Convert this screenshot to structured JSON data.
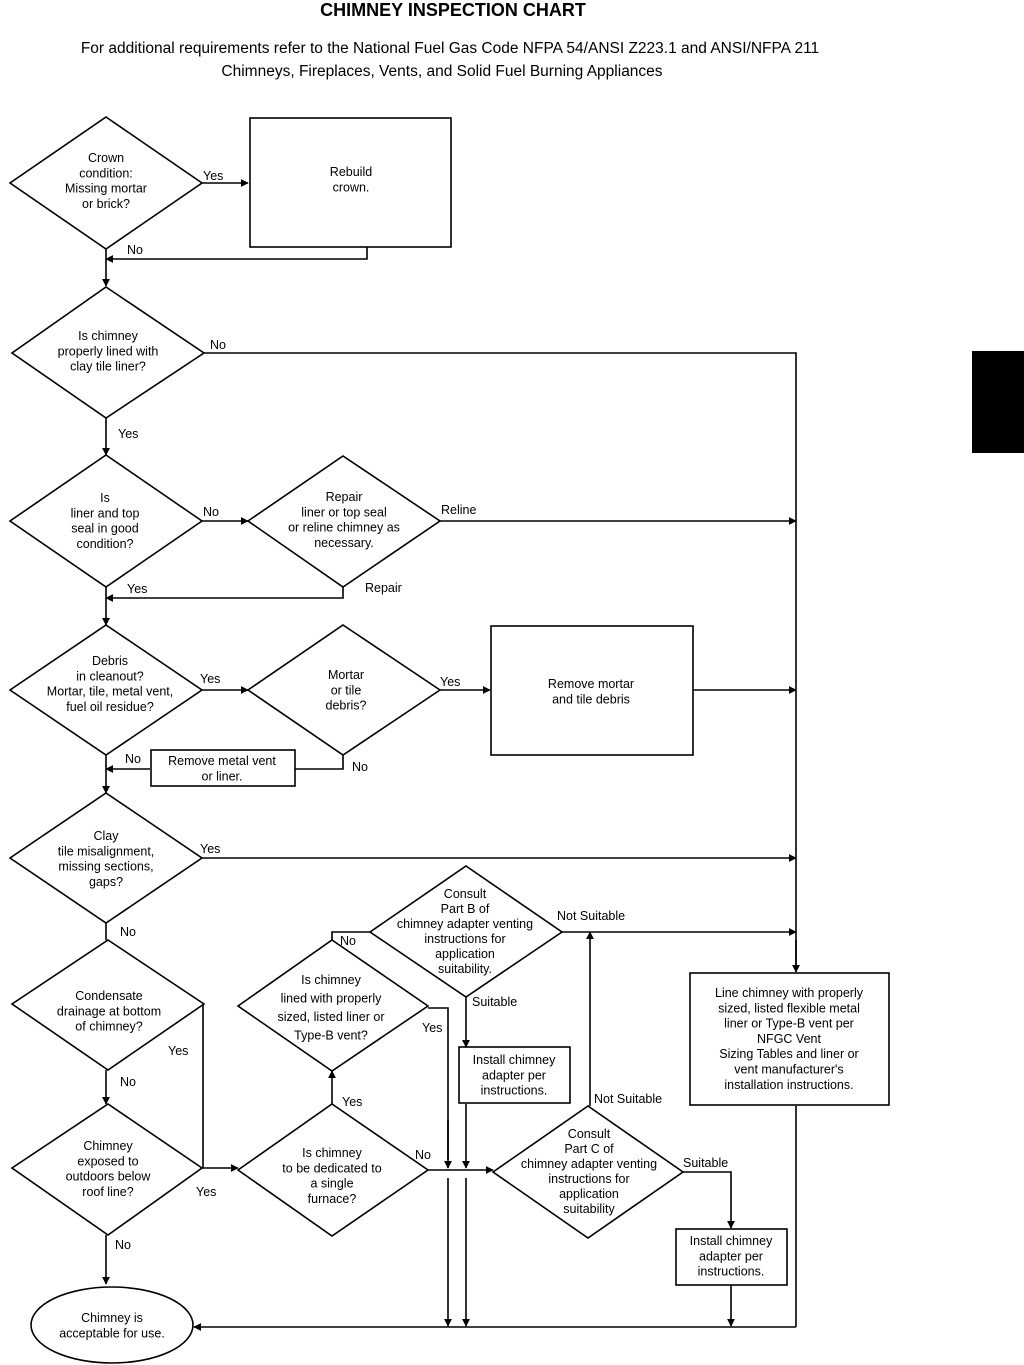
{
  "title": "CHIMNEY INSPECTION CHART",
  "subtitle_line1": "For additional requirements refer to the National Fuel Gas Code NFPA 54/ANSI Z223.1 and ANSI/NFPA 211",
  "subtitle_line2": "Chimneys, Fireplaces, Vents, and Solid Fuel Burning Appliances",
  "nodes": {
    "crown": [
      "Crown",
      "condition:",
      "Missing mortar",
      "or brick?"
    ],
    "rebuild": [
      "Rebuild",
      "crown."
    ],
    "lined": [
      "Is chimney",
      "properly lined with",
      "clay tile liner?"
    ],
    "seal": [
      "Is",
      "liner and top",
      "seal in good",
      "condition?"
    ],
    "repair": [
      "Repair",
      "liner or top seal",
      "or reline chimney as",
      "necessary."
    ],
    "debris": [
      "Debris",
      "in cleanout?",
      "Mortar, tile, metal vent,",
      "fuel oil residue?"
    ],
    "mortar": [
      "Mortar",
      "or tile",
      "debris?"
    ],
    "remove_mortar": [
      "Remove mortar",
      "and tile debris"
    ],
    "remove_vent": [
      "Remove metal vent",
      "or liner."
    ],
    "clay": [
      "Clay",
      "tile misalignment,",
      "missing sections,",
      "gaps?"
    ],
    "condensate": [
      "Condensate",
      "drainage at bottom",
      "of chimney?"
    ],
    "exposed": [
      "Chimney",
      "exposed to",
      "outdoors below",
      "roof line?"
    ],
    "acceptable": [
      "Chimney is",
      "acceptable for use."
    ],
    "dedicated": [
      "Is chimney",
      "to be dedicated to",
      "a single",
      "furnace?"
    ],
    "lined_vent": [
      "Is chimney",
      "lined with properly",
      "sized, listed liner or",
      "Type-B vent?"
    ],
    "part_b": [
      "Consult",
      "Part B of",
      "chimney adapter venting",
      "instructions for",
      "application",
      "suitability."
    ],
    "install_b": [
      "Install chimney",
      "adapter per",
      "instructions."
    ],
    "part_c": [
      "Consult",
      "Part C of",
      "chimney adapter venting",
      "instructions for",
      "application",
      "suitability"
    ],
    "install_c": [
      "Install chimney",
      "adapter per",
      "instructions."
    ],
    "line_chimney": [
      "Line chimney with properly",
      "sized, listed flexible metal",
      "liner or Type-B vent per",
      "NFGC  Vent",
      "Sizing Tables and liner or",
      "vent manufacturer's",
      "installation instructions."
    ]
  },
  "labels": {
    "yes": "Yes",
    "no": "No",
    "reline": "Reline",
    "repair": "Repair",
    "not_suitable": "Not Suitable",
    "suitable": "Suitable"
  }
}
